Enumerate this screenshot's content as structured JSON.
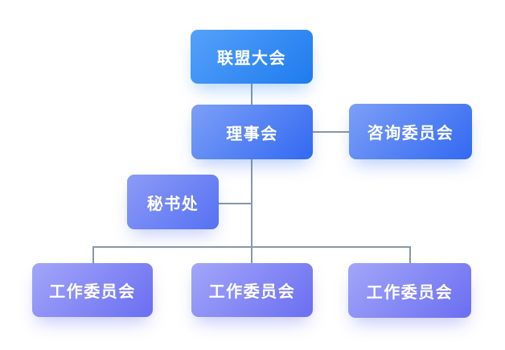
{
  "diagram": {
    "type": "org-chart",
    "nodes": {
      "assembly": {
        "label": "联盟大会"
      },
      "council": {
        "label": "理事会"
      },
      "advisory": {
        "label": "咨询委员会"
      },
      "secretariat": {
        "label": "秘书处"
      },
      "working1": {
        "label": "工作委员会"
      },
      "working2": {
        "label": "工作委员会"
      },
      "working3": {
        "label": "工作委员会"
      }
    },
    "edges": [
      {
        "from": "assembly",
        "to": "council"
      },
      {
        "from": "council",
        "to": "advisory"
      },
      {
        "from": "council",
        "to": "secretariat"
      },
      {
        "from": "council",
        "to": "working1"
      },
      {
        "from": "council",
        "to": "working2"
      },
      {
        "from": "council",
        "to": "working3"
      }
    ],
    "colors": {
      "row1_start": "#55A1FA",
      "row1_end": "#1E7BEE",
      "row2_start": "#7D9FF7",
      "row2_end": "#3269F1",
      "row3_start": "#8C9BF7",
      "row3_end": "#5671F2",
      "row4_start": "#A3A6F8",
      "row4_end": "#6A6EF1",
      "connector": "#8798A8",
      "background": "#FFFFFF",
      "text": "#FFFFFF"
    }
  }
}
